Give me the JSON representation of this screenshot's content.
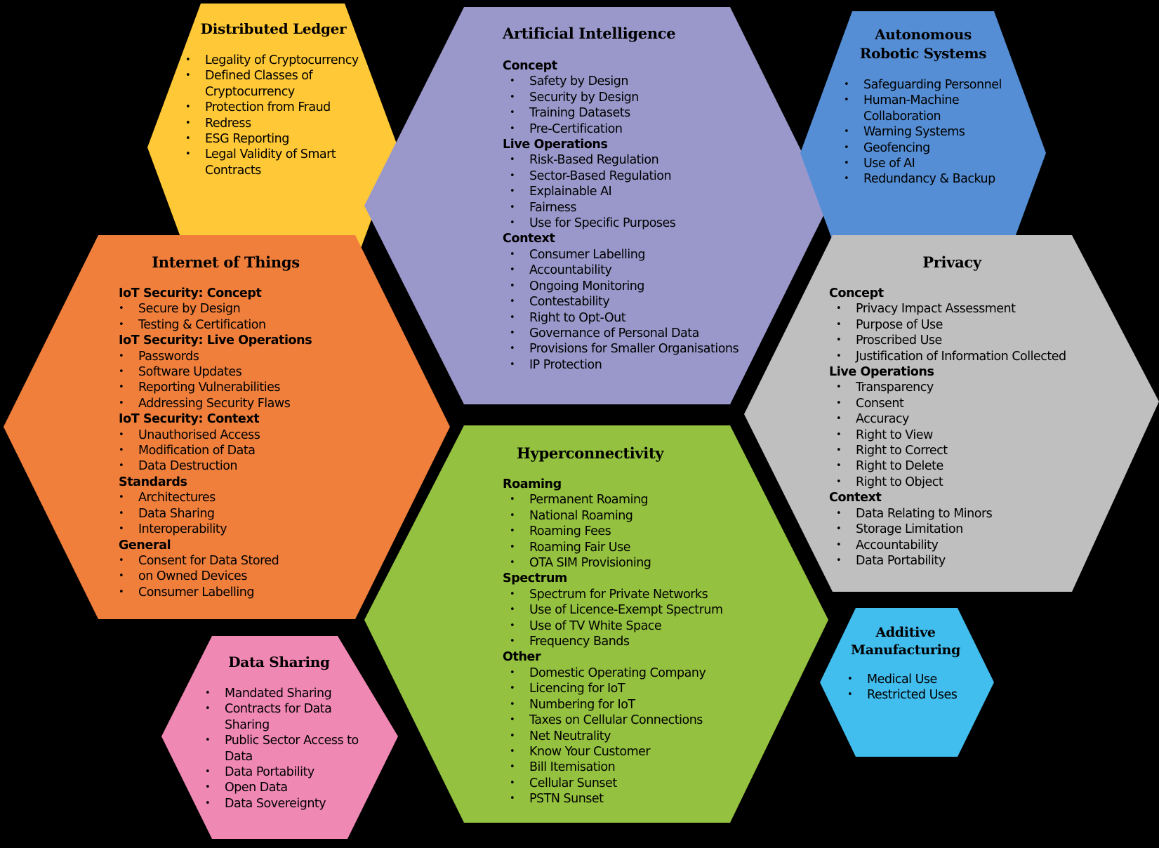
{
  "colors": {
    "background": "#000000",
    "distributed_ledger": "#FFC836",
    "artificial_intelligence": "#9A98CB",
    "autonomous_robotic_systems": "#558ED5",
    "internet_of_things": "#F07F3C",
    "privacy": "#BFBFBF",
    "hyperconnectivity": "#94C13F",
    "data_sharing": "#F088B4",
    "additive_manufacturing": "#41BDEE"
  },
  "distributed_ledger": {
    "title": "Distributed Ledger",
    "items": [
      "Legality of Cryptocurrency",
      "Defined Classes of Cryptocurrency",
      "Protection from Fraud",
      "Redress",
      "ESG Reporting",
      "Legal Validity of Smart Contracts"
    ]
  },
  "artificial_intelligence": {
    "title": "Artificial Intelligence",
    "sections": [
      {
        "heading": "Concept",
        "items": [
          "Safety by Design",
          "Security by Design",
          "Training Datasets",
          "Pre-Certification"
        ]
      },
      {
        "heading": "Live Operations",
        "items": [
          "Risk-Based Regulation",
          "Sector-Based Regulation",
          "Explainable AI",
          "Fairness",
          "Use for Specific Purposes"
        ]
      },
      {
        "heading": "Context",
        "items": [
          "Consumer Labelling",
          "Accountability",
          "Ongoing Monitoring",
          "Contestability",
          "Right to Opt-Out",
          "Governance of Personal Data",
          "Provisions for Smaller Organisations",
          "IP Protection"
        ]
      }
    ]
  },
  "autonomous_robotic_systems": {
    "title_line1": "Autonomous",
    "title_line2": "Robotic Systems",
    "items": [
      "Safeguarding Personnel",
      "Human-Machine Collaboration",
      "Warning Systems",
      "Geofencing",
      "Use of AI",
      "Redundancy & Backup"
    ]
  },
  "internet_of_things": {
    "title": "Internet of Things",
    "sections": [
      {
        "heading": "IoT Security: Concept",
        "items": [
          "Secure by Design",
          "Testing & Certification"
        ]
      },
      {
        "heading": "IoT Security: Live Operations",
        "items": [
          "Passwords",
          "Software Updates",
          "Reporting Vulnerabilities",
          "Addressing Security Flaws"
        ]
      },
      {
        "heading": "IoT Security: Context",
        "items": [
          "Unauthorised Access",
          "Modification of Data",
          "Data Destruction"
        ]
      },
      {
        "heading": "Standards",
        "items": [
          "Architectures",
          "Data Sharing",
          "Interoperability"
        ]
      },
      {
        "heading": "General",
        "items": [
          "Consent for Data Stored",
          "on Owned Devices",
          "Consumer Labelling"
        ]
      }
    ]
  },
  "privacy": {
    "title": "Privacy",
    "sections": [
      {
        "heading": "Concept",
        "items": [
          "Privacy Impact Assessment",
          "Purpose of Use",
          "Proscribed Use",
          "Justification of Information Collected"
        ]
      },
      {
        "heading": "Live Operations",
        "items": [
          "Transparency",
          "Consent",
          "Accuracy",
          "Right to View",
          "Right to Correct",
          "Right to Delete",
          "Right to Object"
        ]
      },
      {
        "heading": "Context",
        "items": [
          "Data Relating to Minors",
          "Storage Limitation",
          "Accountability",
          "Data Portability"
        ]
      }
    ]
  },
  "hyperconnectivity": {
    "title": "Hyperconnectivity",
    "sections": [
      {
        "heading": "Roaming",
        "items": [
          "Permanent Roaming",
          "National Roaming",
          "Roaming Fees",
          "Roaming Fair Use",
          "OTA SIM Provisioning"
        ]
      },
      {
        "heading": "Spectrum",
        "items": [
          "Spectrum for Private Networks",
          "Use of Licence-Exempt Spectrum",
          "Use of TV White Space",
          "Frequency Bands"
        ]
      },
      {
        "heading": "Other",
        "items": [
          "Domestic Operating Company",
          "Licencing for IoT",
          "Numbering for IoT",
          "Taxes on Cellular Connections",
          "Net Neutrality",
          "Know Your Customer",
          "Bill Itemisation",
          "Cellular Sunset",
          "PSTN Sunset"
        ]
      }
    ]
  },
  "data_sharing": {
    "title": "Data Sharing",
    "items": [
      "Mandated Sharing",
      "Contracts for Data Sharing",
      "Public Sector Access to Data",
      "Data Portability",
      "Open Data",
      "Data Sovereignty"
    ]
  },
  "additive_manufacturing": {
    "title_line1": "Additive",
    "title_line2": "Manufacturing",
    "items": [
      "Medical Use",
      "Restricted Uses"
    ]
  }
}
